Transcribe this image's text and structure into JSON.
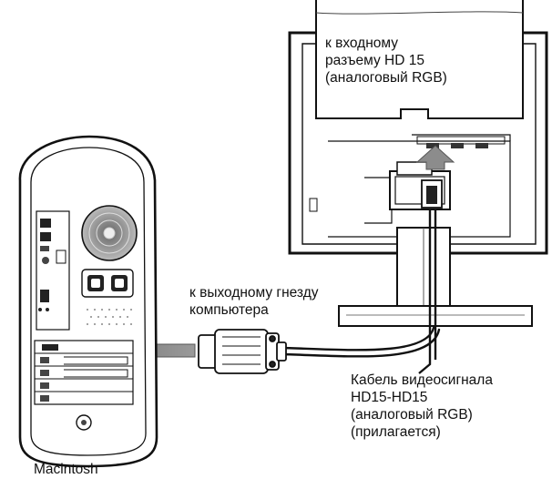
{
  "labels": {
    "monitor_input": [
      "к входному",
      "разъему HD 15",
      "(аналоговый RGB)"
    ],
    "computer_output": [
      "к выходному гнезду",
      "компьютера"
    ],
    "cable": [
      "Кабель видеосигнала",
      "HD15-HD15",
      "(аналоговый RGB)",
      "(прилагается)"
    ],
    "computer_name": "Macintosh"
  }
}
